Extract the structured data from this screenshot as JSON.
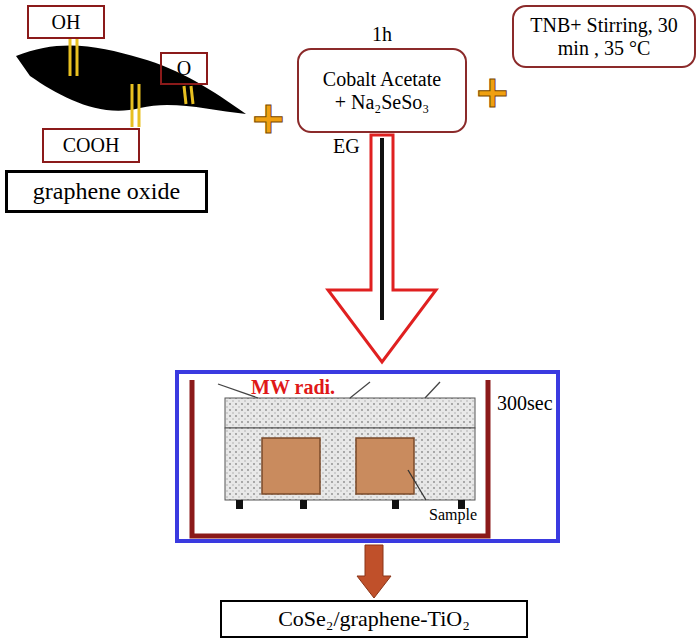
{
  "diagram": {
    "nodes": [
      {
        "text": [
          "OH"
        ]
      },
      {
        "text": [
          "O"
        ]
      },
      {
        "text": [
          "COOH"
        ]
      },
      {
        "text": [
          "graphene oxide"
        ]
      },
      {
        "text": [
          "1h",
          "Cobalt Acetate + Na₂SeSo₃",
          "EG"
        ]
      },
      {
        "text": [
          "TNB+ Stirring, 30 min , 35 °C"
        ]
      },
      {
        "text": [
          "MW radi.",
          "300sec",
          "Sample"
        ]
      },
      {
        "text": [
          "CoSe₂/graphene-TiO₂"
        ]
      }
    ],
    "edges": [
      {
        "from": 4,
        "to": 6,
        "arrow": "to"
      },
      {
        "from": 6,
        "to": 7,
        "arrow": "to"
      }
    ],
    "labels": [
      "+",
      "+"
    ]
  }
}
